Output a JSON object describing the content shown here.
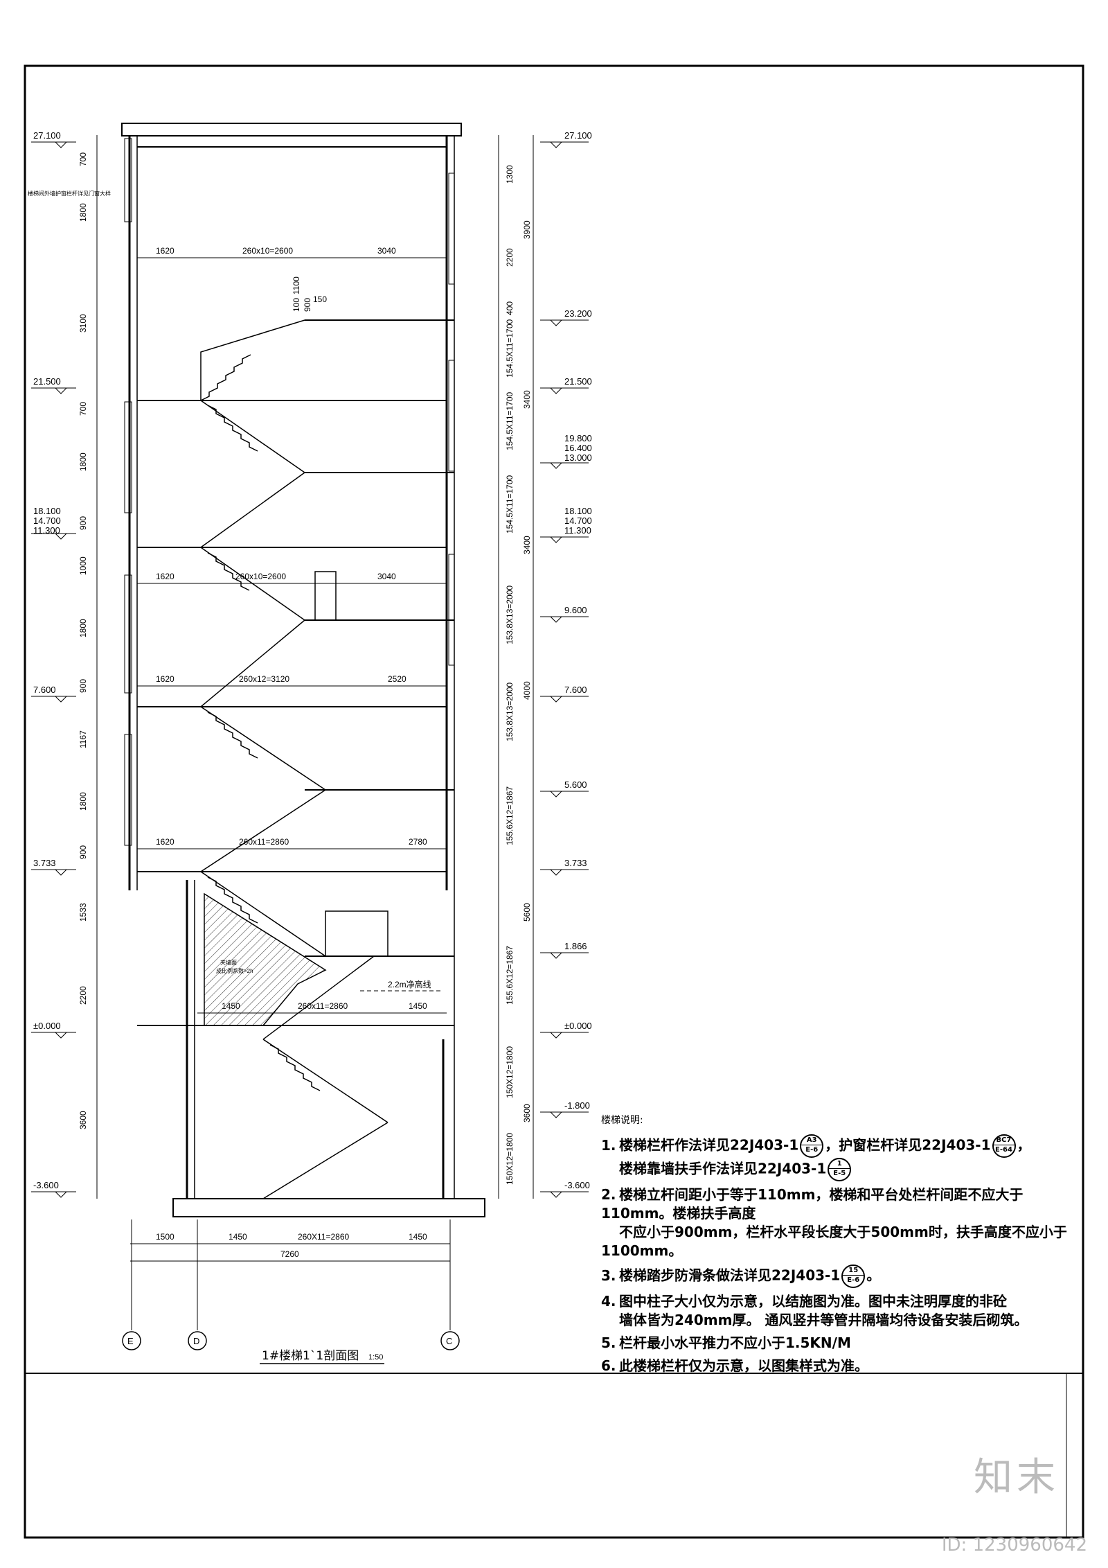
{
  "drawing": {
    "title": "1#楼梯1`1剖面图",
    "scale": "1:50",
    "levels_left": [
      "27.100",
      "21.500",
      "18.100",
      "14.700",
      "11.300",
      "7.600",
      "3.733",
      "±0.000",
      "-3.600"
    ],
    "levels_right": [
      "27.100",
      "23.200",
      "21.500",
      "19.800",
      "16.400",
      "13.000",
      "18.100",
      "14.700",
      "11.300",
      "9.600",
      "7.600",
      "5.600",
      "3.733",
      "1.866",
      "±0.000",
      "-1.800",
      "-3.600"
    ],
    "dims_left": [
      "700",
      "1800",
      "3100",
      "700",
      "1800",
      "900",
      "1000",
      "1800",
      "900",
      "1167",
      "1800",
      "900",
      "1533",
      "2200",
      "3600"
    ],
    "dims_right_inner": [
      "1300",
      "2200",
      "400",
      "154.5X11=1700",
      "154.5X11=1700",
      "154.5X11=1700",
      "153.8X13=2000",
      "153.8X13=2000",
      "155.6X12=1867",
      "155.6X12=1867",
      "150X12=1800",
      "150X12=1800"
    ],
    "dims_right_outer": [
      "3900",
      "3400",
      "3400",
      "4000",
      "5600",
      "3600"
    ],
    "horiz_dims": [
      {
        "a": "1620",
        "b": "260x10=2600",
        "c": "3040"
      },
      {
        "a": "1620",
        "b": "260x10=2600",
        "c": "3040"
      },
      {
        "a": "1620",
        "b": "260x12=3120",
        "c": "2520"
      },
      {
        "a": "1620",
        "b": "260x11=2860",
        "c": "2780"
      },
      {
        "a": "1450",
        "b": "260x11=2860",
        "c": "1450"
      }
    ],
    "stair_dims": [
      "100",
      "1100",
      "900",
      "150"
    ],
    "bottom_dims": [
      "1500",
      "1450",
      "260X11=2860",
      "1450"
    ],
    "total_width": "7260",
    "axes": [
      "E",
      "D",
      "C"
    ],
    "clearance_note": "2.2m净高线",
    "hatch_note_1": "夹墙面",
    "hatch_note_2": "成比例系数>2h",
    "left_note": "楼梯间外墙护窗栏杆详见门窗大样"
  },
  "notes": {
    "title": "楼梯说明:",
    "items": [
      {
        "num": "1.",
        "line1_a": "楼梯栏杆作法详见22J403-1",
        "ref1_top": "A3",
        "ref1_bot": "E-6",
        "line1_b": "，护窗栏杆详见22J403-1",
        "ref2_top": "BC7",
        "ref2_bot": "E-64",
        "line1_c": "，",
        "line2_a": "楼梯靠墙扶手作法详见22J403-1",
        "ref3_top": "1",
        "ref3_bot": "E-5"
      },
      {
        "num": "2.",
        "line1": "楼梯立杆间距小于等于110mm，楼梯和平台处栏杆间距不应大于110mm。楼梯扶手高度",
        "line2": "不应小于900mm，栏杆水平段长度大于500mm时，扶手高度不应小于1100mm。"
      },
      {
        "num": "3.",
        "line1_a": "楼梯踏步防滑条做法详见22J403-1",
        "ref_top": "15",
        "ref_bot": "E-6",
        "line1_b": "。"
      },
      {
        "num": "4.",
        "line1": "图中柱子大小仅为示意，以结施图为准。图中未注明厚度的非砼",
        "line2": "墙体皆为240mm厚。 通风竖井等管井隔墙均待设备安装后砌筑。"
      },
      {
        "num": "5.",
        "line1": "栏杆最小水平推力不应小于1.5KN/M"
      },
      {
        "num": "6.",
        "line1": "此楼梯栏杆仅为示意，以图集样式为准。"
      }
    ]
  },
  "watermark": "知末",
  "id_label": "ID: 1230960642"
}
